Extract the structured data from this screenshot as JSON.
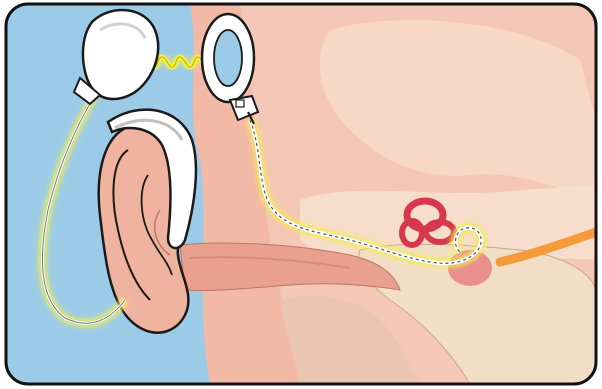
{
  "illustration": {
    "subject": "cochlear-implant",
    "parts": [
      "external-transmitter-coil",
      "behind-the-ear-processor",
      "receiver-stimulator",
      "electrode-array",
      "cochlea",
      "auditory-nerve",
      "ear-canal",
      "outer-ear"
    ],
    "colors": {
      "sky": "#9ccbe8",
      "skin": "#f2b9a7",
      "skin_shadow": "#e59b86",
      "inner_tissue": "#f7d8c6",
      "bone": "#f2dec6",
      "cochlea": "#d8384c",
      "nerve": "#f59a3a",
      "wire_glow": "#f4ef4a",
      "device": "#ffffff",
      "outline": "#1a1a1a"
    }
  }
}
